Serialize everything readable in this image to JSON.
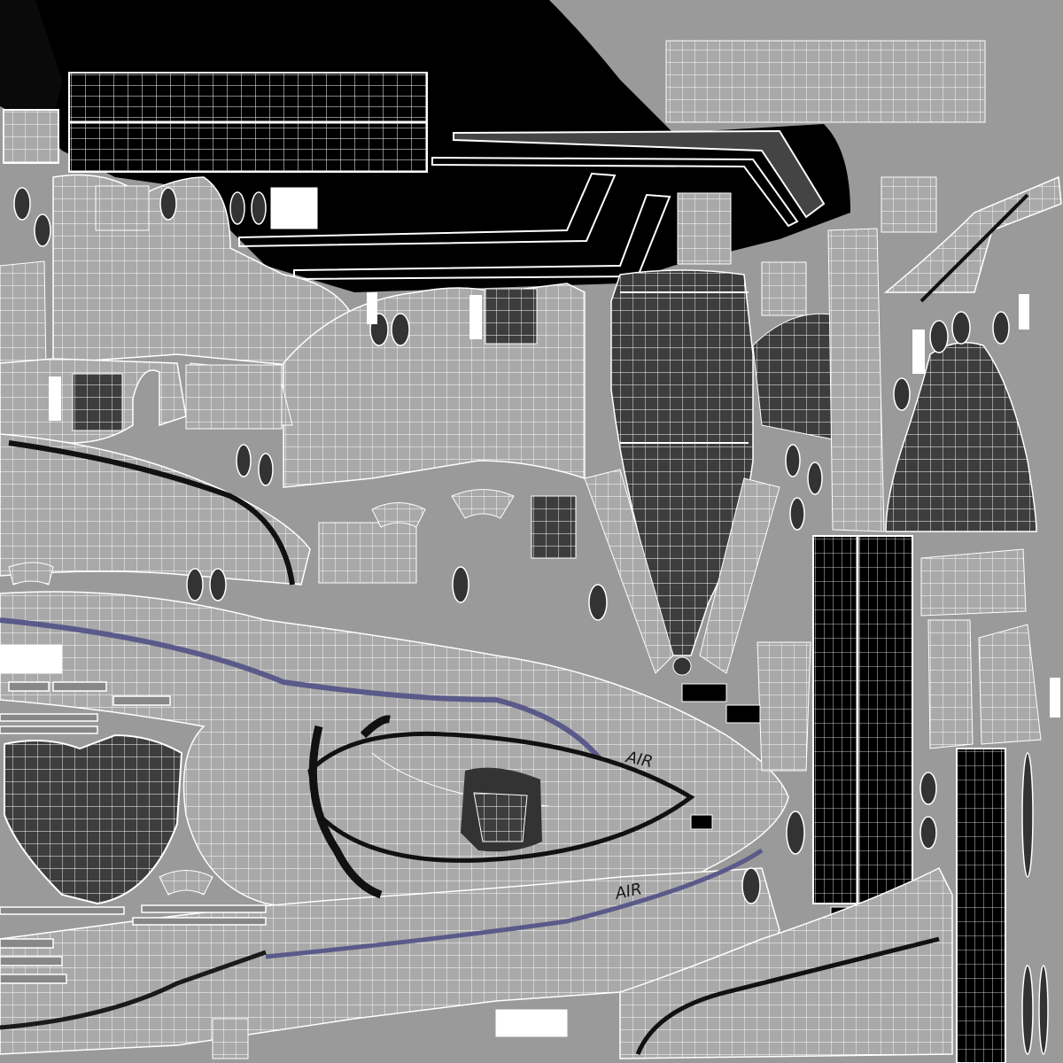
{
  "view": {
    "kind": "uv-texture-layout",
    "wire_color": "#ffffff",
    "island_fill": "#a8a8a8",
    "shadow_fill": "#3c3c3c",
    "background": "#9a9a9a",
    "black_region": "#000000",
    "accent_stripe": "#5a5a8a"
  },
  "labels": {
    "logo_top": "AIR",
    "logo_bottom": "AIR"
  }
}
